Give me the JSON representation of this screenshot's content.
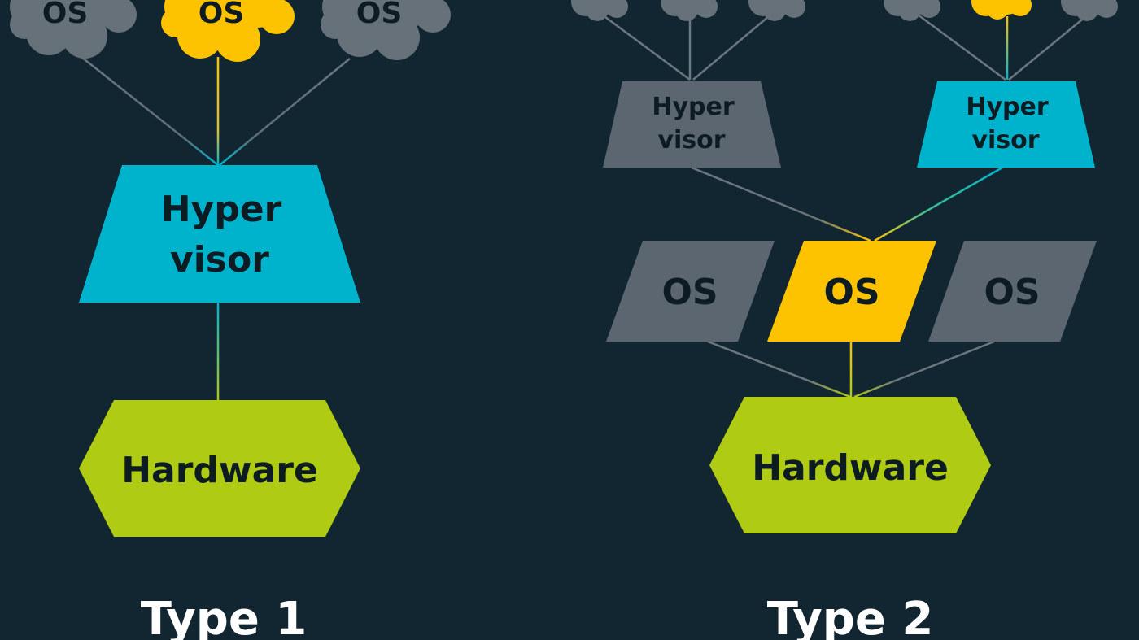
{
  "colors": {
    "background": "#122632",
    "gray": "#5b6670",
    "gray_cloud": "#66717a",
    "yellow": "#fdc300",
    "cyan": "#00b3cd",
    "green": "#afcb14",
    "label_dark": "#0d1b22",
    "caption": "#ffffff"
  },
  "type1": {
    "caption": "Type 1",
    "guest_os": [
      "OS",
      "OS",
      "OS"
    ],
    "hypervisor": {
      "line1": "Hyper",
      "line2": "visor"
    },
    "hardware": "Hardware"
  },
  "type2": {
    "caption": "Type 2",
    "hypervisors": [
      {
        "line1": "Hyper",
        "line2": "visor"
      },
      {
        "line1": "Hyper",
        "line2": "visor"
      }
    ],
    "host_os": [
      "OS",
      "OS",
      "OS"
    ],
    "hardware": "Hardware"
  }
}
